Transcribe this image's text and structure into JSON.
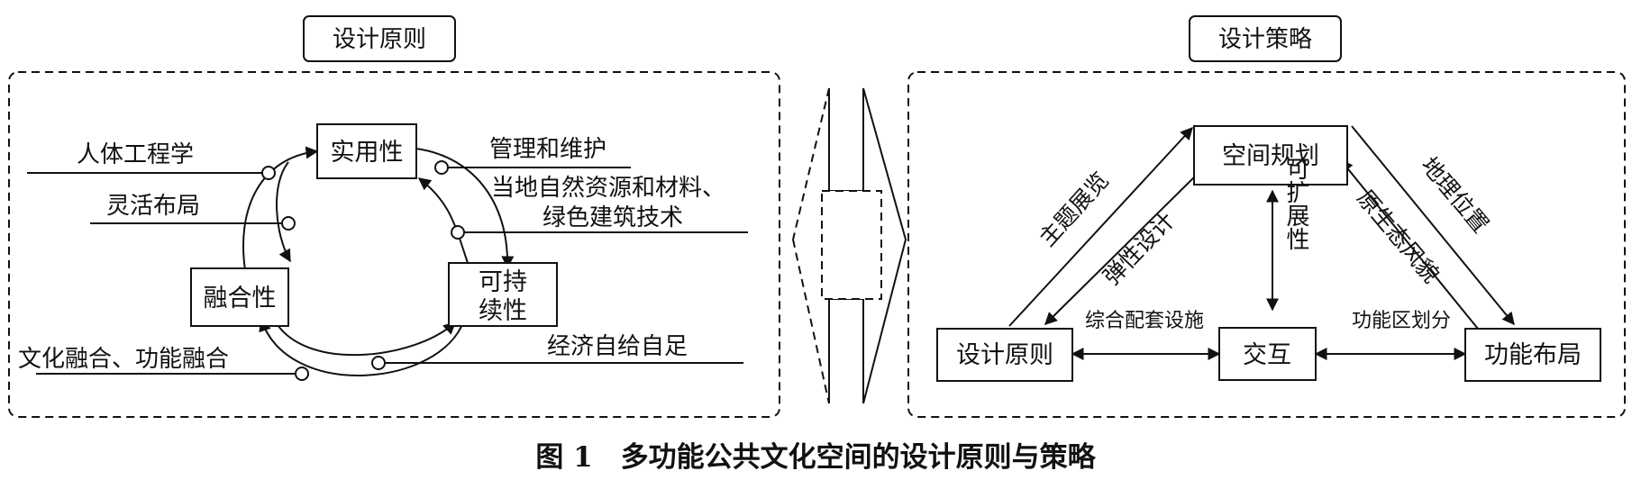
{
  "panels": {
    "principles_title": "设计原则",
    "strategies_title": "设计策略"
  },
  "principles": {
    "nodes": {
      "practicality": "实用性",
      "integration": "融合性",
      "sustainability_line1": "可持",
      "sustainability_line2": "续性"
    },
    "factors": {
      "ergonomics": "人体工程学",
      "flexible_layout": "灵活布局",
      "management": "管理和维护",
      "local_resources_line1": "当地自然资源和材料、",
      "local_resources_line2": "绿色建筑技术",
      "economic": "经济自给自足",
      "cultural_functional": "文化融合、功能融合"
    }
  },
  "strategies": {
    "nodes": {
      "spatial_planning": "空间规划",
      "design_principles": "设计原则",
      "interaction": "交互",
      "functional_layout": "功能布局"
    },
    "edges": {
      "theme_exhibition": "主题展览",
      "flexible_design": "弹性设计",
      "geographic_location": "地理位置",
      "original_ecology": "原生态风貌",
      "expandability": "可扩展性",
      "supporting_facilities": "综合配套设施",
      "functional_zoning": "功能区划分"
    }
  },
  "caption": "图 1　多功能公共文化空间的设计原则与策略"
}
